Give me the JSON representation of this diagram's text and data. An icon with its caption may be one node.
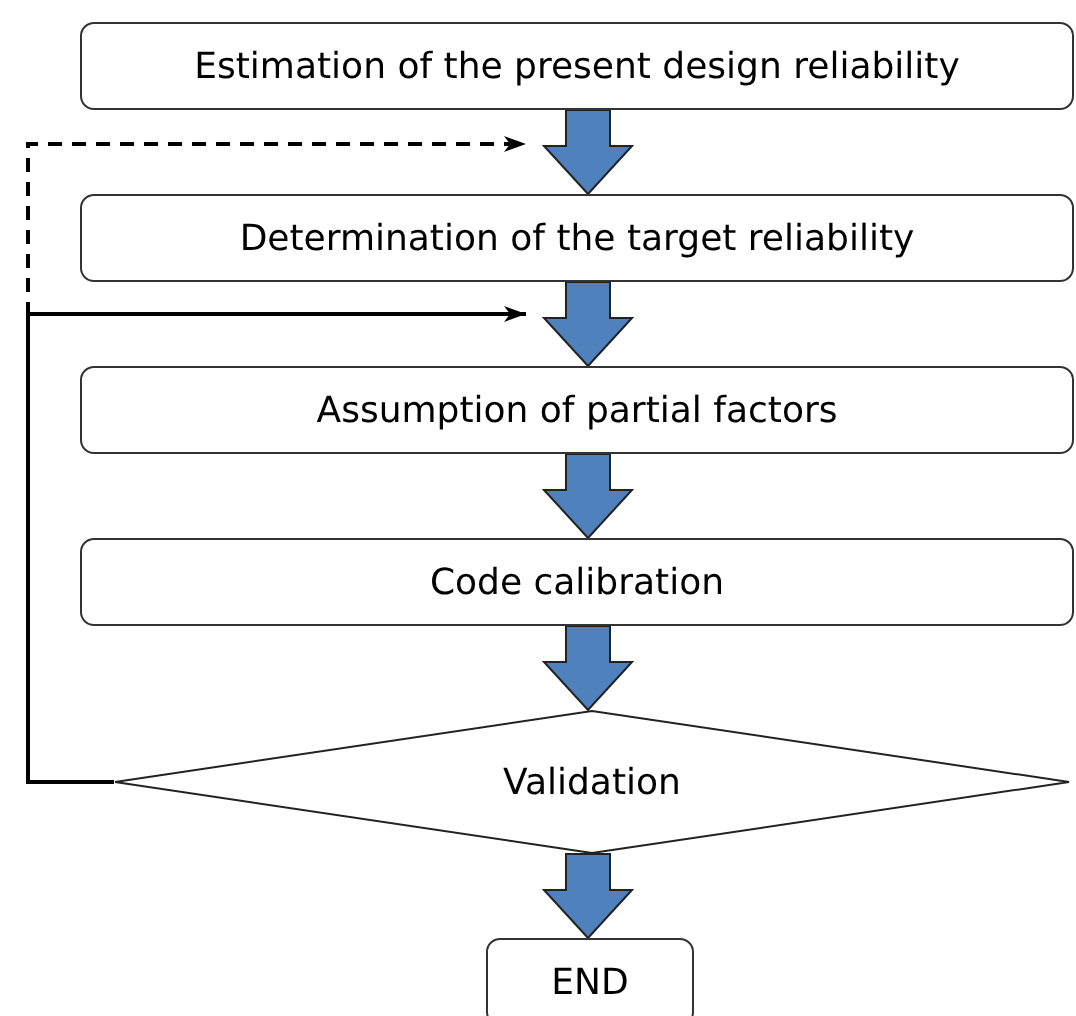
{
  "diagram": {
    "nodes": [
      {
        "text": [
          "Estimation of the present design reliability"
        ]
      },
      {
        "text": [
          "Determination of the target reliability"
        ]
      },
      {
        "text": [
          "Assumption of partial factors"
        ]
      },
      {
        "text": [
          "Code calibration"
        ]
      },
      {
        "text": [
          "Validation"
        ]
      },
      {
        "text": [
          "END"
        ]
      }
    ],
    "edges": [
      {
        "from": 0,
        "to": 1,
        "arrow": "to",
        "style": "thick",
        "color": "#4f81bd"
      },
      {
        "from": 1,
        "to": 2,
        "arrow": "to",
        "style": "thick",
        "color": "#4f81bd"
      },
      {
        "from": 2,
        "to": 3,
        "arrow": "to",
        "style": "thick",
        "color": "#4f81bd"
      },
      {
        "from": 3,
        "to": 4,
        "arrow": "to",
        "style": "thick",
        "color": "#4f81bd"
      },
      {
        "from": 4,
        "to": 5,
        "arrow": "to",
        "style": "thick",
        "color": "#4f81bd"
      },
      {
        "from": 4,
        "to": 0,
        "arrow": "to",
        "style": "dashed"
      },
      {
        "from": 4,
        "to": 1,
        "arrow": "to"
      }
    ]
  }
}
